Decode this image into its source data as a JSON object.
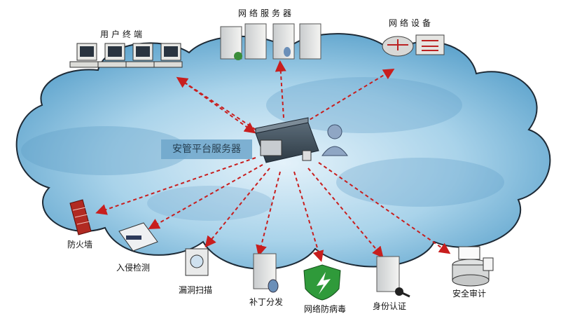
{
  "title": "",
  "center": {
    "label": "安管平台服务器"
  },
  "top_groups": [
    {
      "id": "user-terminal",
      "label": "用户终端"
    },
    {
      "id": "network-server",
      "label": "网络服务器"
    },
    {
      "id": "network-device",
      "label": "网络设备"
    }
  ],
  "bottom_nodes": [
    {
      "id": "firewall",
      "label": "防火墙",
      "icon": "firewall-icon"
    },
    {
      "id": "intrusion-detection",
      "label": "入侵检测",
      "icon": "ids-box-icon"
    },
    {
      "id": "vuln-scan",
      "label": "漏洞扫描",
      "icon": "scanner-icon"
    },
    {
      "id": "patch",
      "label": "补丁分发",
      "icon": "server-database-icon"
    },
    {
      "id": "antivirus",
      "label": "网络防病毒",
      "icon": "shield-bolt-icon"
    },
    {
      "id": "identity",
      "label": "身份认证",
      "icon": "server-key-icon"
    },
    {
      "id": "audit",
      "label": "安全审计",
      "icon": "audit-device-icon"
    }
  ],
  "colors": {
    "arrow": "#c81e1e",
    "cloud_fill": "#a9d3ea",
    "cloud_stroke": "#1d2a36"
  }
}
